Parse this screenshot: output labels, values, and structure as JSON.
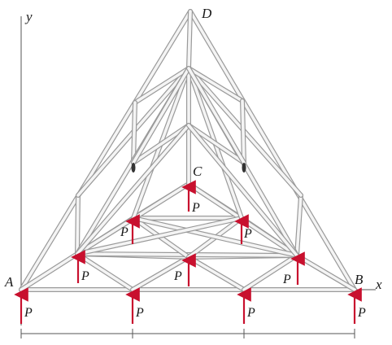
{
  "labels": {
    "y_axis": "y",
    "x_axis": "x",
    "node_a": "A",
    "node_b": "B",
    "node_c": "C",
    "node_d": "D",
    "load": "P"
  },
  "colors": {
    "member_fill": "#f4f4f4",
    "member_edge": "#9a9a9a",
    "load_arrow": "#c8102e",
    "axis_line": "#555555",
    "text": "#1a1a1a"
  },
  "loads": [
    {
      "node": "A",
      "label": "P"
    },
    {
      "node": "bottom-1",
      "label": "P"
    },
    {
      "node": "bottom-2",
      "label": "P"
    },
    {
      "node": "B",
      "label": "P"
    },
    {
      "node": "mid-left",
      "label": "P"
    },
    {
      "node": "mid-center",
      "label": "P"
    },
    {
      "node": "mid-right",
      "label": "P"
    },
    {
      "node": "inner-left",
      "label": "P"
    },
    {
      "node": "inner-right",
      "label": "P"
    },
    {
      "node": "C",
      "label": "P"
    }
  ]
}
